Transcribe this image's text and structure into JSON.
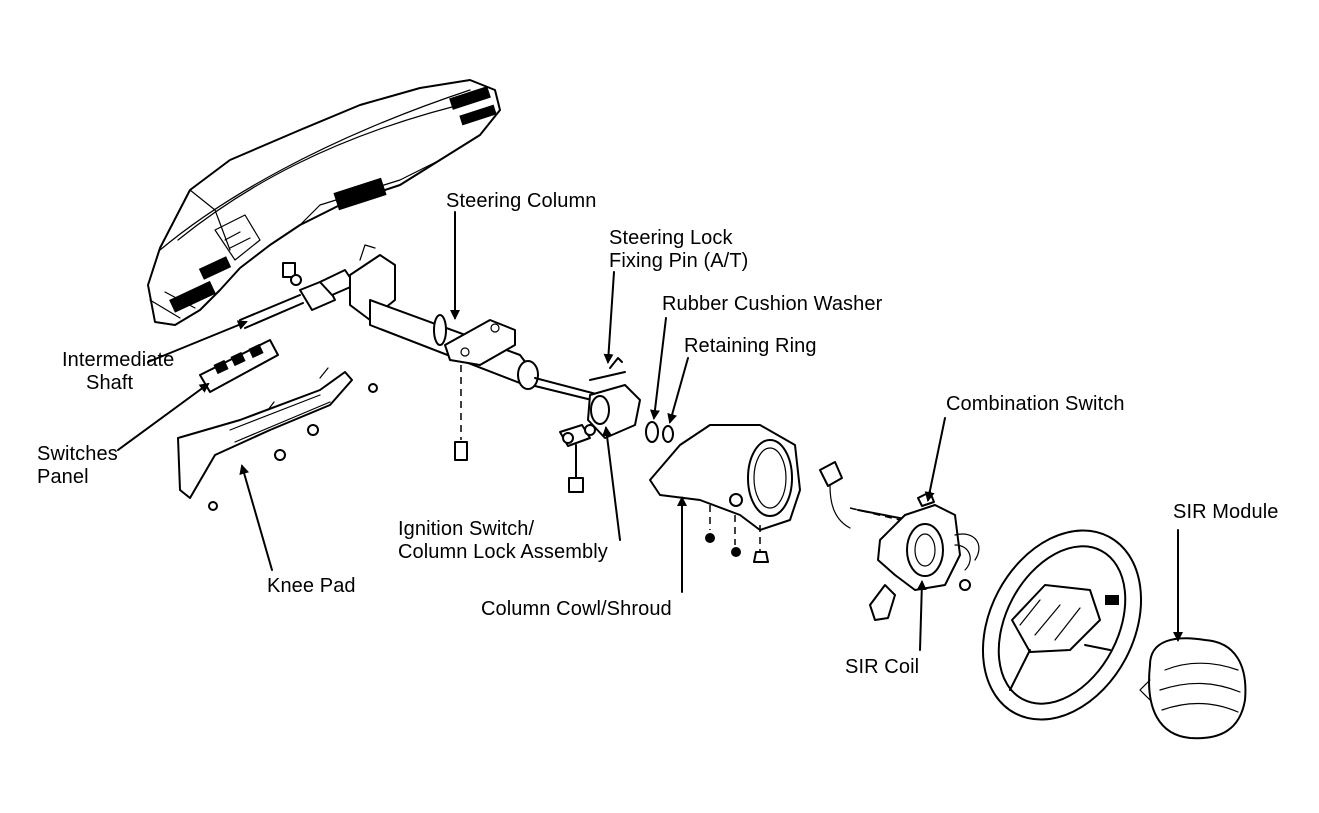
{
  "diagram": {
    "labels": {
      "steering_column": "Steering Column",
      "steering_lock_line1": "Steering Lock",
      "steering_lock_line2": "Fixing Pin (A/T)",
      "rubber_cushion_washer": "Rubber Cushion Washer",
      "retaining_ring": "Retaining Ring",
      "combination_switch": "Combination Switch",
      "intermediate_shaft_line1": "Intermediate",
      "intermediate_shaft_line2": "Shaft",
      "switches_panel_line1": "Switches",
      "switches_panel_line2": "Panel",
      "knee_pad": "Knee Pad",
      "ignition_switch_line1": "Ignition Switch/",
      "ignition_switch_line2": "Column Lock Assembly",
      "column_cowl": "Column Cowl/Shroud",
      "sir_coil": "SIR Coil",
      "sir_module": "SIR Module"
    }
  }
}
